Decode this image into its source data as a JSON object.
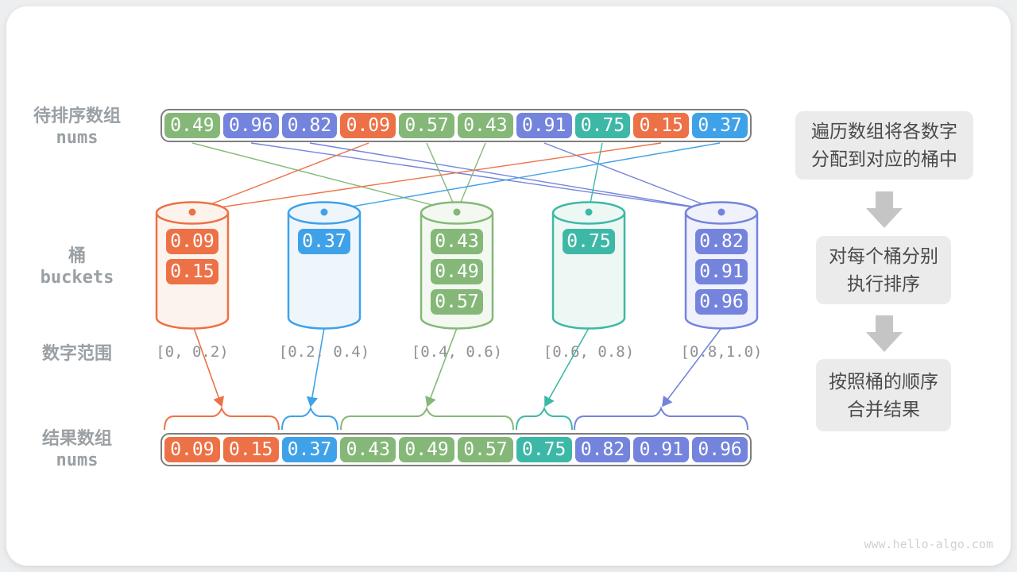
{
  "palette": {
    "orange": "#ed7146",
    "blue": "#3fa2e9",
    "green": "#85b878",
    "teal": "#3eb8a6",
    "indigo": "#7484dc",
    "label_gray": "#9aa0a4",
    "flow_box_bg": "#ebebeb",
    "flow_arrow_gray": "#c5c5c5",
    "container_border": "#7e7e7e"
  },
  "labels": {
    "top_array_line1": "待排序数组",
    "top_array_line2": "nums",
    "buckets_line1": "桶",
    "buckets_line2": "buckets",
    "range_row": "数字范围",
    "result_line1": "结果数组",
    "result_line2": "nums"
  },
  "top_array": {
    "cells": [
      {
        "value": "0.49",
        "color": "#85b878"
      },
      {
        "value": "0.96",
        "color": "#7484dc"
      },
      {
        "value": "0.82",
        "color": "#7484dc"
      },
      {
        "value": "0.09",
        "color": "#ed7146"
      },
      {
        "value": "0.57",
        "color": "#85b878"
      },
      {
        "value": "0.43",
        "color": "#85b878"
      },
      {
        "value": "0.91",
        "color": "#7484dc"
      },
      {
        "value": "0.75",
        "color": "#3eb8a6"
      },
      {
        "value": "0.15",
        "color": "#ed7146"
      },
      {
        "value": "0.37",
        "color": "#3fa2e9"
      }
    ]
  },
  "buckets": [
    {
      "range": "[0, 0.2)",
      "color": "#ed7146",
      "fill": "#fdf3ed",
      "items": [
        "0.09",
        "0.15"
      ]
    },
    {
      "range": "[0.2, 0.4)",
      "color": "#3fa2e9",
      "fill": "#eef6fc",
      "items": [
        "0.37"
      ]
    },
    {
      "range": "[0.4, 0.6)",
      "color": "#85b878",
      "fill": "#f3f8f0",
      "items": [
        "0.43",
        "0.49",
        "0.57"
      ]
    },
    {
      "range": "[0.6, 0.8)",
      "color": "#3eb8a6",
      "fill": "#edf7f4",
      "items": [
        "0.75"
      ]
    },
    {
      "range": "[0.8,1.0)",
      "color": "#7484dc",
      "fill": "#eff1fb",
      "items": [
        "0.82",
        "0.91",
        "0.96"
      ]
    }
  ],
  "result_array": {
    "cells": [
      {
        "value": "0.09",
        "color": "#ed7146"
      },
      {
        "value": "0.15",
        "color": "#ed7146"
      },
      {
        "value": "0.37",
        "color": "#3fa2e9"
      },
      {
        "value": "0.43",
        "color": "#85b878"
      },
      {
        "value": "0.49",
        "color": "#85b878"
      },
      {
        "value": "0.57",
        "color": "#85b878"
      },
      {
        "value": "0.75",
        "color": "#3eb8a6"
      },
      {
        "value": "0.82",
        "color": "#7484dc"
      },
      {
        "value": "0.91",
        "color": "#7484dc"
      },
      {
        "value": "0.96",
        "color": "#7484dc"
      }
    ]
  },
  "flow_steps": [
    {
      "line1": "遍历数组将各数字",
      "line2": "分配到对应的桶中"
    },
    {
      "line1": "对每个桶分别",
      "line2": "执行排序"
    },
    {
      "line1": "按照桶的顺序",
      "line2": "合并结果"
    }
  ],
  "watermark": "www.hello-algo.com"
}
